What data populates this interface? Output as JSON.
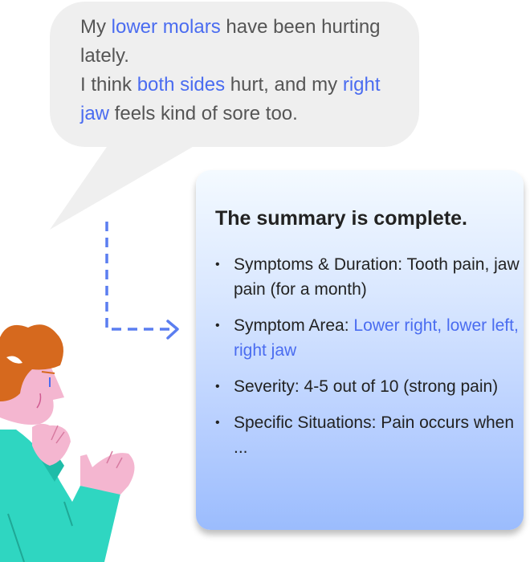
{
  "bubble": {
    "parts": [
      {
        "text": "My ",
        "hl": false
      },
      {
        "text": "lower molars",
        "hl": true
      },
      {
        "text": " have been hurting lately.",
        "hl": false
      },
      {
        "text": "I think ",
        "hl": false
      },
      {
        "text": "both sides",
        "hl": true
      },
      {
        "text": " hurt, and my ",
        "hl": false
      },
      {
        "text": "right jaw",
        "hl": true
      },
      {
        "text": " feels kind of sore too.",
        "hl": false
      }
    ]
  },
  "card": {
    "title": "The summary is complete.",
    "items": [
      {
        "label": "Symptoms & Duration: ",
        "value": "Tooth pain, jaw pain (for a month)",
        "hl": false
      },
      {
        "label": "Symptom Area: ",
        "value": "Lower right, lower left, right jaw",
        "hl": true
      },
      {
        "label": "Severity: ",
        "value": "4-5 out of 10 (strong pain)",
        "hl": false
      },
      {
        "label": "Specific Situations: ",
        "value": "Pain occurs when ...",
        "hl": false
      }
    ]
  },
  "colors": {
    "highlight": "#4a6cf0",
    "bubble": "#efefef",
    "arrow": "#5b7ef0",
    "shirt": "#2fd6c1",
    "skin": "#f4b6d0",
    "hair": "#d6691e"
  }
}
